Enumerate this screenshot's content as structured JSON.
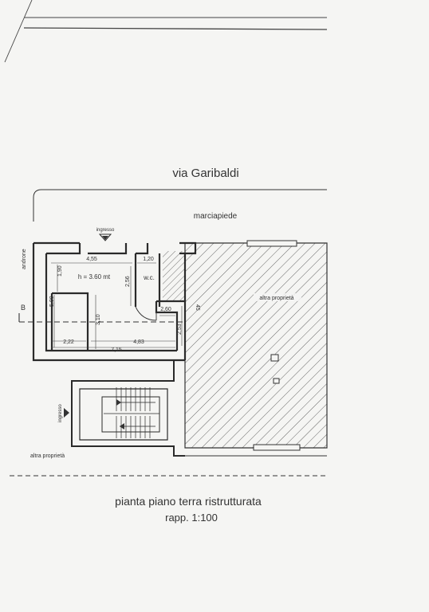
{
  "street": "via Garibaldi",
  "sidewalk": "marciapiede",
  "entrance_label": "ingresso",
  "stair_entrance_label": "ingresso",
  "hall_label": "androne",
  "section_mark": "B",
  "height_label": "h = 3.60 mt",
  "wc_label": "w.c.",
  "other_property_right": "altra proprietà",
  "other_property_left": "altra proprietà",
  "dimensions": {
    "d455": "4,55",
    "d120": "1,20",
    "d190": "1,90",
    "d256": "2,56",
    "d500": "5,00",
    "d260": "2,60",
    "d310": "3,10",
    "d253": "2,53",
    "d222": "2,22",
    "d483": "4,83",
    "d715": "7,15",
    "d45": "45"
  },
  "title": "pianta piano terra ristrutturata",
  "scale": "rapp. 1:100",
  "colors": {
    "ink": "#2a2a2a",
    "paper": "#f5f5f3",
    "hatch": "#555555"
  }
}
